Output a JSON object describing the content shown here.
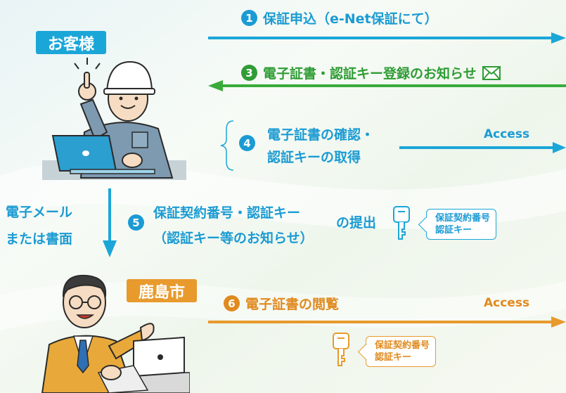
{
  "colors": {
    "blue": "#1ba6d8",
    "green": "#3aab3a",
    "orange": "#e89a2c",
    "text_blue": "#1b9bd3",
    "text_green": "#2f9c35",
    "text_orange": "#e08a1e"
  },
  "customer": {
    "label": "お客様"
  },
  "city": {
    "label": "鹿島市"
  },
  "steps": {
    "s1": {
      "num": "1",
      "text": "保証申込（e-Net保証にて）"
    },
    "s3": {
      "num": "3",
      "text": "電子証書・認証キー登録のお知らせ",
      "icon": "envelope-icon"
    },
    "s4": {
      "num": "4",
      "line1": "電子証書の確認・",
      "line2": "認証キーの取得",
      "access": "Access"
    },
    "s5": {
      "num": "5",
      "line1": "保証契約番号・認証キー",
      "line2": "（認証キー等のお知らせ）",
      "suffix": "の提出",
      "note1": "保証契約番号",
      "note2": "認証キー"
    },
    "s6": {
      "num": "6",
      "text": "電子証書の閲覧",
      "access": "Access",
      "note1": "保証契約番号",
      "note2": "認証キー"
    }
  },
  "side": {
    "line1": "電子メール",
    "line2": "または書面"
  }
}
